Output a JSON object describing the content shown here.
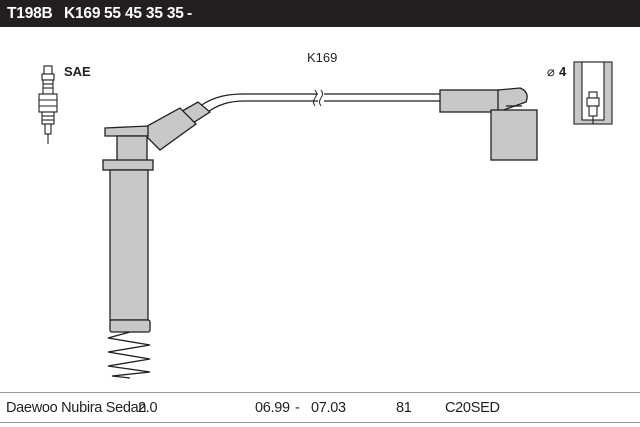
{
  "header": {
    "set_code": "T198B",
    "kit_code": "K169",
    "reference": "55 45 35 35",
    "dash": "-"
  },
  "diagram": {
    "cable_label": "K169",
    "plug_standard_label": "SAE",
    "diameter_symbol": "⌀",
    "diameter_value": "4"
  },
  "application": {
    "vehicle": "Daewoo Nubira Sedan",
    "engine_size": "2.0",
    "year_from": "06.99",
    "range_sep": "-",
    "year_to": "07.03",
    "power": "81",
    "engine_code": "C20SED"
  },
  "colors": {
    "header_bg": "#231f20",
    "part_fill": "#c8c8c8",
    "outline": "#231f20"
  }
}
